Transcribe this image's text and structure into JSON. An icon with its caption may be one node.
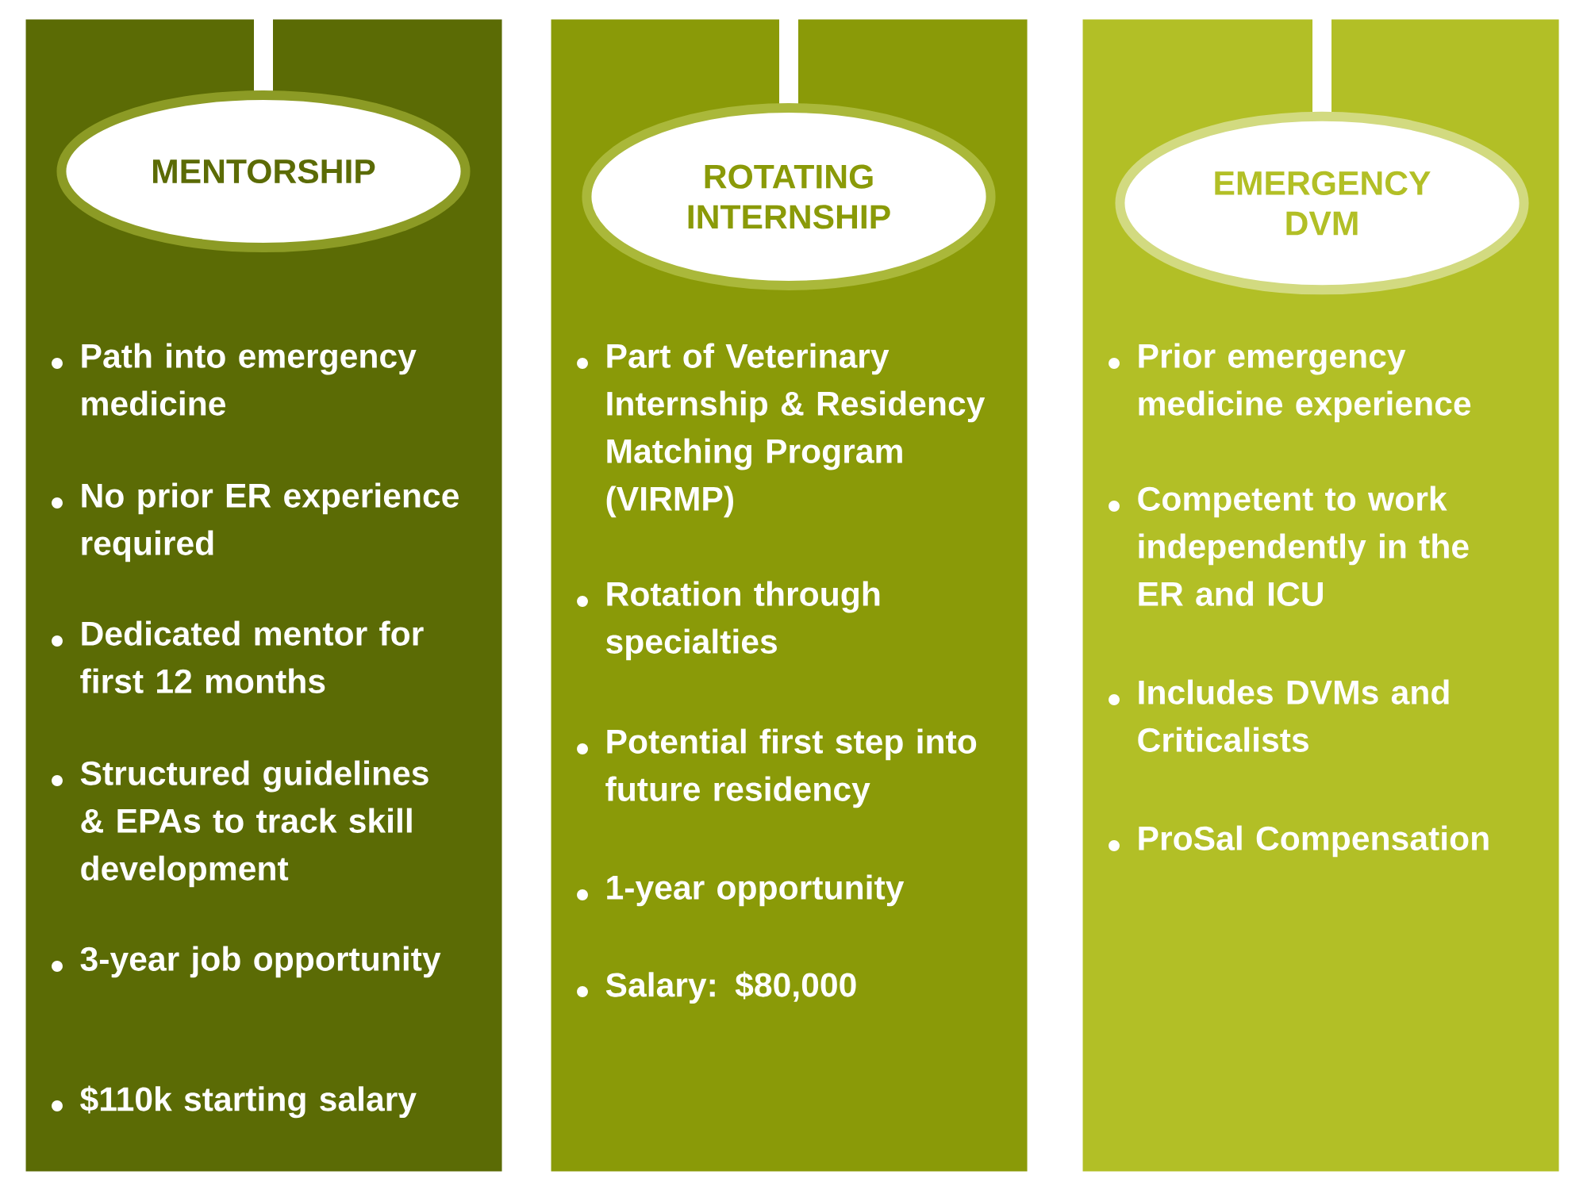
{
  "diagram": {
    "nodes": [
      {
        "text": [
          "Path into emergency medicine",
          "No prior ER experience required",
          "Dedicated mentor for first 12 months",
          "Structured guidelines & EPAs to track skill development",
          "3-year job opportunity",
          "$110k starting salary"
        ]
      },
      {
        "text": [
          "MENTORSHIP"
        ],
        "in": 0
      },
      {
        "text": [
          "Part of Veterinary Internship & Residency Matching Program (VIRMP)",
          "Rotation through specialties",
          "Potential first step into future residency",
          "1-year opportunity",
          "Salary: $80,000"
        ]
      },
      {
        "text": [
          "ROTATING INTERNSHIP"
        ],
        "in": 2
      },
      {
        "text": [
          "Prior emergency medicine experience",
          "Competent to work independently in the ER and ICU",
          "Includes DVMs and Criticalists",
          "ProSal Compensation"
        ]
      },
      {
        "text": [
          "EMERGENCY DVM"
        ],
        "in": 4
      }
    ]
  }
}
